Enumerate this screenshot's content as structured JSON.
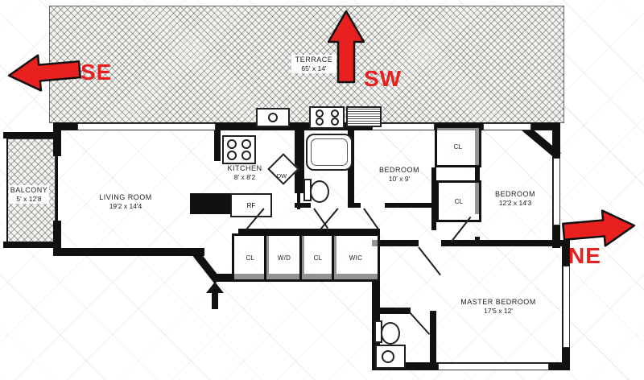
{
  "compass": {
    "arrow_color": "#e8201f",
    "labels": {
      "se": "SE",
      "sw": "SW",
      "ne": "NE"
    }
  },
  "rooms": {
    "terrace": {
      "name": "TERRACE",
      "dims": "65' x 14'"
    },
    "balcony": {
      "name": "BALCONY",
      "dims": "5' x 12'8"
    },
    "living_room": {
      "name": "LIVING ROOM",
      "dims": "19'2 x 14'4"
    },
    "kitchen": {
      "name": "KITCHEN",
      "dims": "8' x 8'2"
    },
    "bedroom_1": {
      "name": "BEDROOM",
      "dims": "10' x 9'"
    },
    "bedroom_2": {
      "name": "BEDROOM",
      "dims": "12'2 x 14'3"
    },
    "master_bedroom": {
      "name": "MASTER BEDROOM",
      "dims": "17'5 x 12'"
    }
  },
  "closets": {
    "bedroom1_cl": "CL",
    "between_bedrooms_cl": "CL",
    "hall_cl_1": "CL",
    "washer_dryer": "W/D",
    "hall_cl_2": "CL",
    "walk_in": "WIC"
  },
  "appliances": {
    "dishwasher": "DW",
    "refrigerator": "RF"
  }
}
